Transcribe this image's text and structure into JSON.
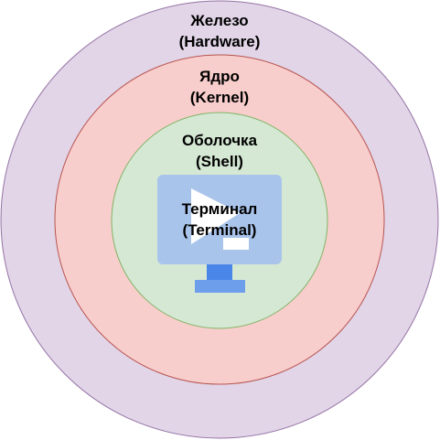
{
  "layers": [
    {
      "id": "hardware",
      "title": "Железо",
      "subtitle": "(Hardware)",
      "fill": "#e1d5e7",
      "stroke": "#9673a6"
    },
    {
      "id": "kernel",
      "title": "Ядро",
      "subtitle": "(Kernel)",
      "fill": "#f8cecc",
      "stroke": "#b85450"
    },
    {
      "id": "shell",
      "title": "Оболочка",
      "subtitle": "(Shell)",
      "fill": "#d5e8d4",
      "stroke": "#82b366"
    },
    {
      "id": "terminal",
      "title": "Терминал",
      "subtitle": "(Terminal)"
    }
  ],
  "terminal_icon": {
    "icon": "monitor-terminal-icon",
    "screen_color": "#a9c4eb",
    "stand_color": "#4a86e8",
    "base_color": "#6d9eeb",
    "prompt_color": "#ffffff"
  }
}
